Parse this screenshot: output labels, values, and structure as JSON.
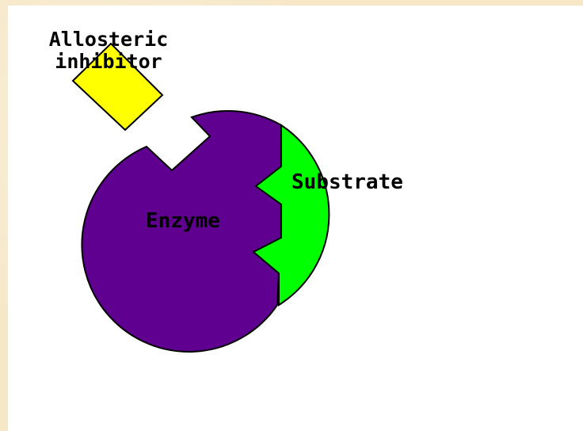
{
  "diagram": {
    "labels": {
      "inhibitor_line1": "Allosteric",
      "inhibitor_line2": "inhibitor",
      "substrate": "Substrate",
      "enzyme": "Enzyme"
    },
    "colors": {
      "enzyme": "#5f0090",
      "substrate": "#00ff00",
      "inhibitor": "#ffff00",
      "background": "#ffffff",
      "border": "#f6e7c7"
    }
  }
}
